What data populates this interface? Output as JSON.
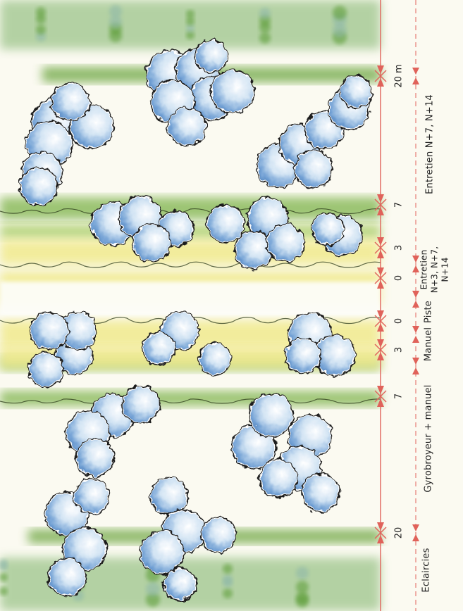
{
  "scale": {
    "distance_labels": [
      "20 m",
      "7",
      "3",
      "0",
      "0",
      "3",
      "7",
      "20"
    ]
  },
  "zones": [
    {
      "key": "entretien_far",
      "label": "Entretien N+7, N+14"
    },
    {
      "key": "entretien_near",
      "label": "Entretien\nN+3, N+7,\nN+14"
    },
    {
      "key": "piste",
      "label": "Piste"
    },
    {
      "key": "manuel",
      "label": "Manuel"
    },
    {
      "key": "gyrobroyeur",
      "label": "Gyrobroyeur + manuel"
    },
    {
      "key": "eclaircies",
      "label": "Eclaircies"
    }
  ],
  "colors": {
    "axis": "#e0625a",
    "tree_blue": "#5e95cf",
    "grass_green": "#72a83e",
    "track_yellow": "#f1ea8e",
    "outline": "#1f1f1f"
  }
}
